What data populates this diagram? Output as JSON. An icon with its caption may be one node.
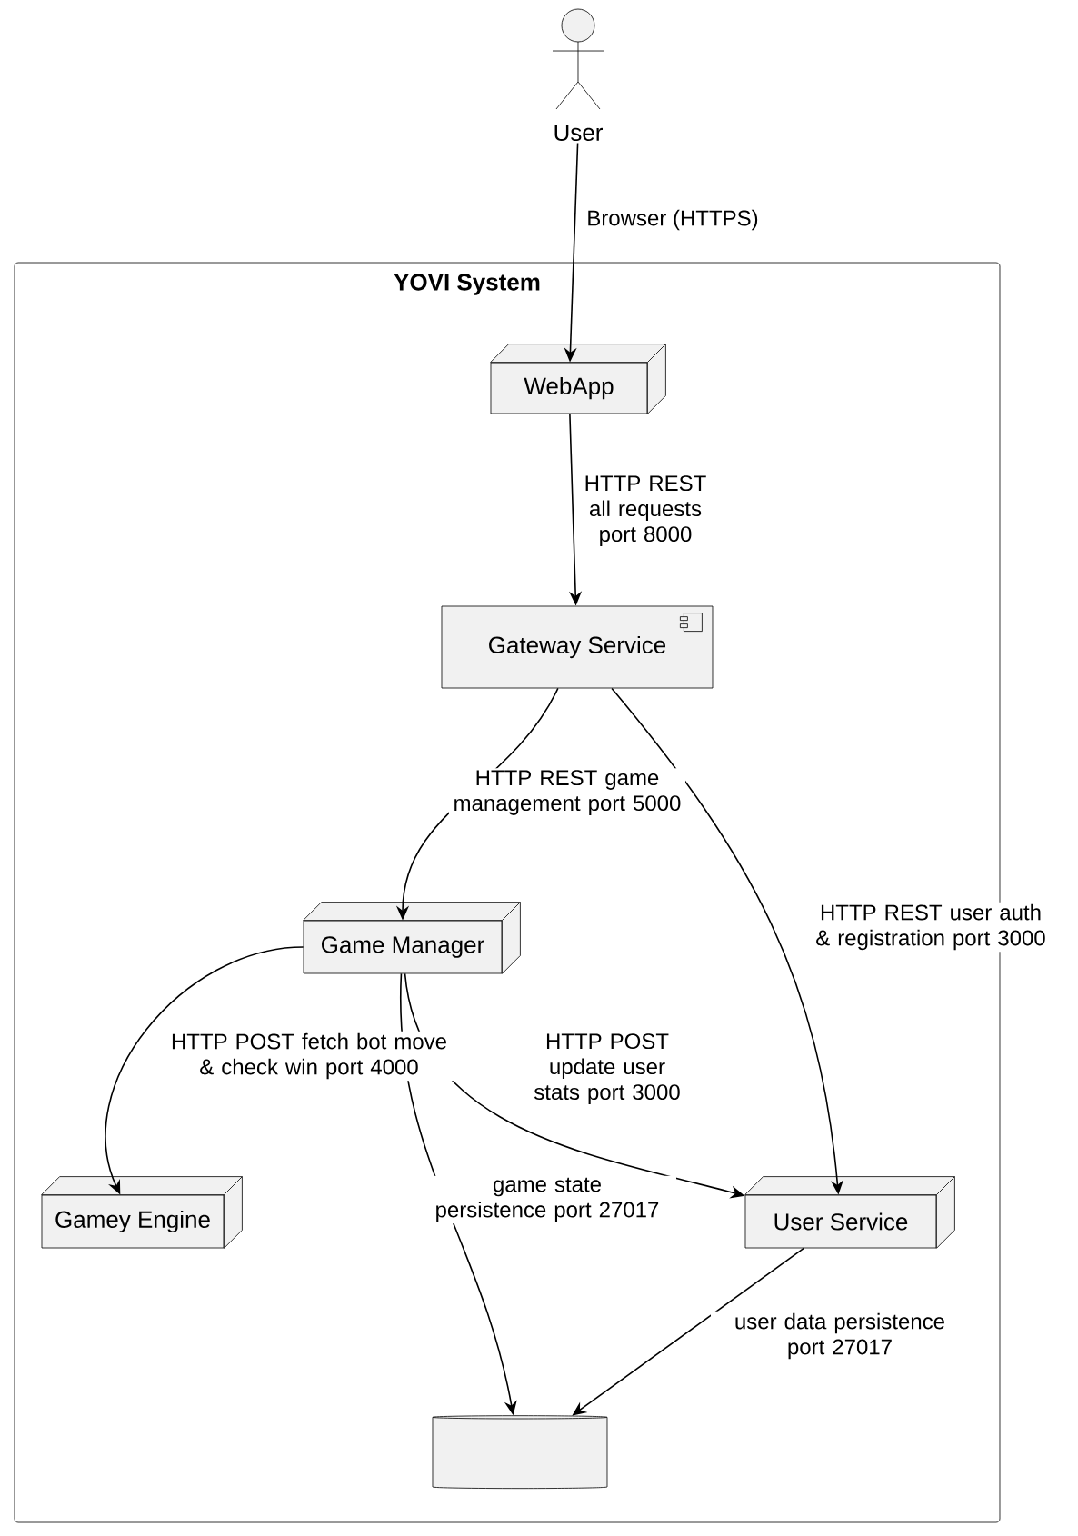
{
  "diagram": {
    "nodes": [
      {
        "text": [
          "User"
        ]
      },
      {
        "text": [
          "YOVI System"
        ]
      },
      {
        "text": [
          "WebApp"
        ],
        "in": 1
      },
      {
        "text": [
          "Gateway Service"
        ],
        "in": 1
      },
      {
        "text": [
          "Game Manager"
        ],
        "in": 1
      },
      {
        "text": [
          "Gamey Engine"
        ],
        "in": 1
      },
      {
        "text": [
          "User Service"
        ],
        "in": 1
      },
      {
        "text": [],
        "shape": "cylinder",
        "in": 1
      }
    ],
    "edges": [
      {
        "from": 0,
        "to": 2,
        "arrow": "to",
        "label": "Browser (HTTPS)"
      },
      {
        "from": 2,
        "to": 3,
        "arrow": "to",
        "label": "HTTP REST all requests port 8000"
      },
      {
        "from": 3,
        "to": 4,
        "arrow": "to",
        "label": "HTTP REST game management port 5000"
      },
      {
        "from": 3,
        "to": 6,
        "arrow": "to",
        "label": "HTTP REST user auth & registration port 3000"
      },
      {
        "from": 4,
        "to": 5,
        "arrow": "to",
        "label": "HTTP POST fetch bot move & check win port 4000"
      },
      {
        "from": 4,
        "to": 6,
        "arrow": "to",
        "label": "HTTP POST update user stats port 3000"
      },
      {
        "from": 4,
        "to": 7,
        "arrow": "to",
        "label": "game state persistence port 27017"
      },
      {
        "from": 6,
        "to": 7,
        "arrow": "to",
        "label": "user data persistence port 27017"
      }
    ]
  }
}
